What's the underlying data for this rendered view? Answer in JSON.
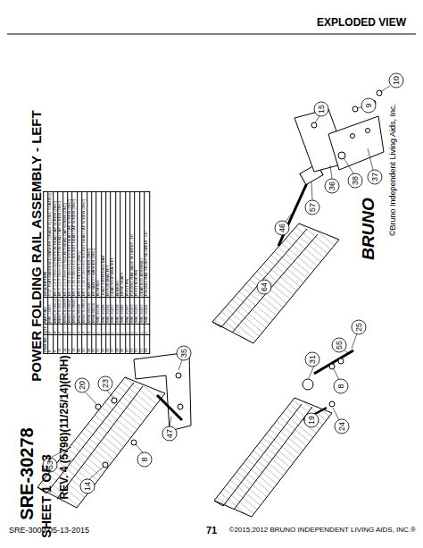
{
  "diagram": {
    "title": "POWER FOLDING RAIL ASSEMBLY - LEFT",
    "labels": [
      "EXPLODED VIEW",
      "BRUNO",
      "©Bruno Independent Living Aids, Inc.",
      "SRE-30278",
      "SHEET 1 OF 3",
      "REV. 4 (5798)(11/25/14)(RJH)",
      "SRE-3000 05-13-2015",
      "71",
      "©2015,2012 BRUNO INDEPENDENT LIVING AIDS, INC.®",
      "ITEM NO.",
      "QTY.",
      "PART NO.",
      "DESCRIPTION",
      "8",
      "6",
      "ERK-12003",
      "5/16\" FLAT HARDENED WASHER (GRADE 8) (ZINC COATING)",
      "9",
      "8",
      "MBHCS-06012",
      "M6 X 1.0 X 12mm LG BUTTON HEAD CAP SCREW (ZINC)",
      "10",
      "4",
      "MBHCS-06016",
      "M6 X 1.0 X 16mm LG BUTTON HEAD CAP SCREW (ZINC)",
      "14",
      "4",
      "MSHCS-06008",
      "M6 X 1.0 X 8mm LG SOCKET HEAD CAP SCREW (ZINC)",
      "15",
      "4",
      "MSHCS-08020",
      "M8 X 1.25 X 20mm LG SOCKET HEAD CAP SCREW (ZINC)",
      "19",
      "1",
      "MSHCS-08040",
      "M8 X 1.25 X 40mm LG SOCKET HEAD CAP SCREW (ZINC)",
      "20",
      "3",
      "MSN-08000",
      "M8 X 1.25 HEX NUT (ZINC)",
      "23",
      "2",
      "MSHCS-08016",
      "M8 X 1.25 X 16mm LG SOCKET HEAD CAP SCREW (ZINC)",
      "24",
      "2",
      "MSW-06000",
      "M6 SAFETY WASHER (ZINC)",
      "25",
      "1",
      "MSW-08000",
      "M8 SAFETY WASHER (ZINC)",
      "31",
      "1",
      "SRE-20198",
      "BUSHING",
      "35",
      "1",
      "SRE-30229",
      "JOINT STIFFENING BAR",
      "36",
      "1",
      "SRE-30236",
      "MOTOR BRACKET",
      "37",
      "1",
      "SRE-30237",
      "GEAR STOP BRACKET",
      "38",
      "1",
      "SRE-30238",
      "BEARING",
      "46",
      "1",
      "SRE-30246",
      "DRIVE SHAFT",
      "47",
      "1",
      "SRE-30247",
      "PIVOT PIN",
      "53",
      "1",
      "SRE-30253",
      "FOLDING RAIL BACK SEGMENT - LH",
      "55",
      "1",
      "SRE-30255",
      "PIVOT ROD PIN",
      "57",
      "1",
      "SRE-30257",
      "GEAR BOX ASSEMBLY",
      "64",
      "1",
      "SRE-30264",
      "FOLDING RAIL FRONT SEGMENT - LH",
      "53",
      "14",
      "8",
      "20",
      "23",
      "47",
      "35",
      "55",
      "25",
      "8",
      "31",
      "19",
      "24",
      "10",
      "9",
      "15",
      "37",
      "38",
      "36",
      "57",
      "46",
      "64"
    ]
  }
}
